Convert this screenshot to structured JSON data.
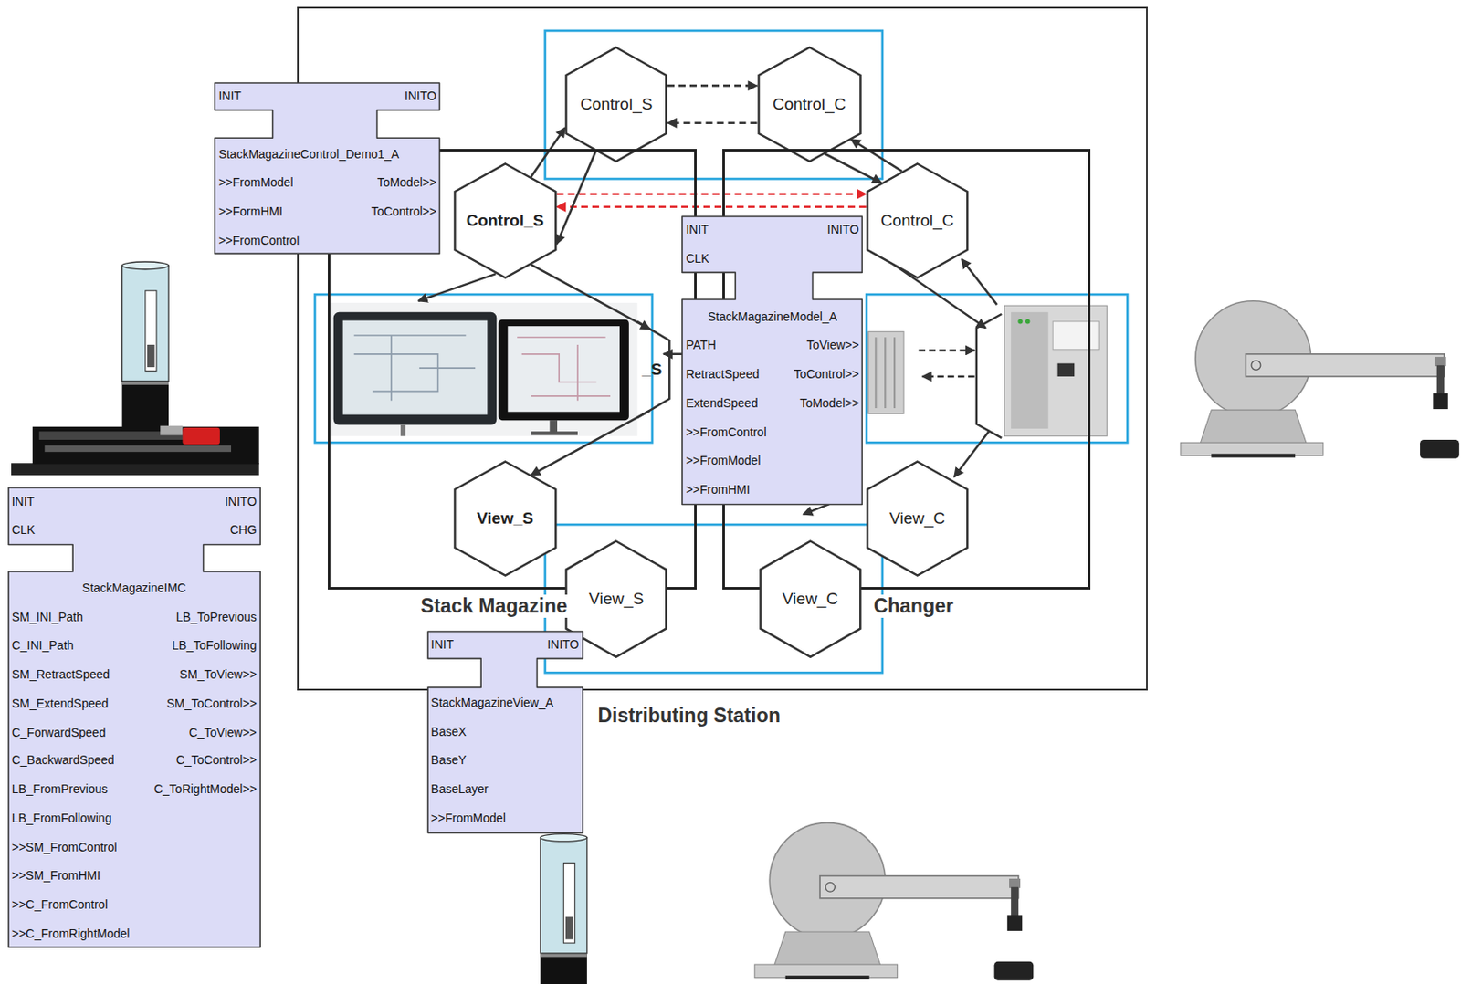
{
  "diagram": {
    "nodes": [
      {
        "text": [
          "Distributing Station"
        ]
      },
      {
        "text": [
          "Control_S"
        ],
        "in": 0
      },
      {
        "text": [
          "Control_C"
        ],
        "in": 0
      },
      {
        "text": [
          "INIT",
          "INITO",
          "StackMagazineControl_Demo1_A",
          ">>FromModel",
          "ToModel>>",
          ">>FormHMI",
          "ToControl>>",
          ">>FromControl"
        ]
      },
      {
        "text": [
          "Stack Magazine"
        ],
        "in": 0
      },
      {
        "text": [
          "Control_S"
        ],
        "in": 4
      },
      {
        "text": [
          "Changer"
        ],
        "in": 0
      },
      {
        "text": [
          "Control_C"
        ],
        "in": 6
      },
      {
        "text": [
          "INIT",
          "INITO",
          "CLK",
          "StackMagazineModel_A",
          "PATH",
          "ToView>>",
          "RetractSpeed",
          "ToControl>>",
          "ExtendSpeed",
          "ToModel>>",
          ">>FromControl",
          ">>FromModel",
          ">>FromHMI"
        ],
        "in": 0
      },
      {
        "text": [
          "_S"
        ],
        "in": 4
      },
      {
        "text": [
          "View_S"
        ],
        "in": 4
      },
      {
        "text": [
          "View_C"
        ],
        "in": 6
      },
      {
        "text": [
          "INIT",
          "INITO",
          "CLK",
          "CHG",
          "StackMagazineIMC",
          "SM_INI_Path",
          "LB_ToPrevious",
          "C_INI_Path",
          "LB_ToFollowing",
          "SM_RetractSpeed",
          "SM_ToView>>",
          "SM_ExtendSpeed",
          "SM_ToControl>>",
          "C_ForwardSpeed",
          "C_ToView>>",
          "C_BackwardSpeed",
          "C_ToControl>>",
          "LB_FromPrevious",
          "C_ToRightModel>>",
          "LB_FromFollowing",
          ">>SM_FromControl",
          ">>SM_FromHMI",
          ">>C_FromControl",
          ">>C_FromRightModel"
        ]
      },
      {
        "text": [
          "View_S"
        ],
        "in": 0
      },
      {
        "text": [
          "View_C"
        ],
        "in": 0
      },
      {
        "text": [
          "INIT",
          "INITO",
          "StackMagazineView_A",
          "BaseX",
          "BaseY",
          "BaseLayer",
          ">>FromModel"
        ]
      }
    ],
    "edges": [
      {
        "from": 1,
        "to": 2,
        "arrow": "to"
      },
      {
        "from": 2,
        "to": 1,
        "arrow": "to"
      },
      {
        "from": 5,
        "to": 7,
        "arrow": "to"
      },
      {
        "from": 7,
        "to": 5,
        "arrow": "to"
      },
      {
        "from": 1,
        "to": 5,
        "arrow": "to"
      },
      {
        "from": 5,
        "to": 1,
        "arrow": "to"
      },
      {
        "from": 5,
        "to": 9,
        "arrow": "to"
      },
      {
        "from": 9,
        "to": 10,
        "arrow": "to"
      },
      {
        "from": 2,
        "to": 7,
        "arrow": "to"
      },
      {
        "from": 7,
        "to": 2,
        "arrow": "to"
      }
    ]
  }
}
